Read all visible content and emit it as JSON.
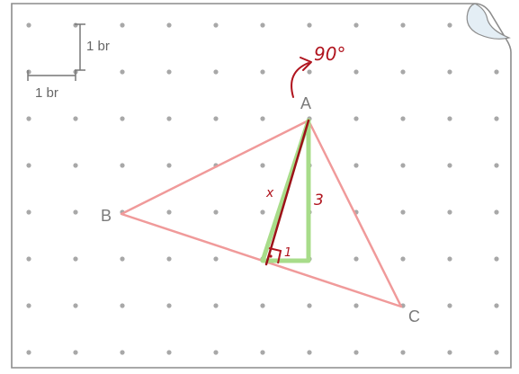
{
  "scale": {
    "vertical_label": "1 br",
    "horizontal_label": "1 br"
  },
  "vertices": {
    "A": "A",
    "B": "B",
    "C": "C"
  },
  "annotations": {
    "angle": "90°",
    "hypotenuse": "x",
    "vertical_leg": "3",
    "horizontal_leg": "1"
  },
  "colors": {
    "triangle_outline": "#f09a9a",
    "helper_triangle": "#a8dc8a",
    "hypotenuse": "#9c1218",
    "handwriting": "#b0141e",
    "dot": "#a8a8a8",
    "border": "#8c8c8c"
  }
}
